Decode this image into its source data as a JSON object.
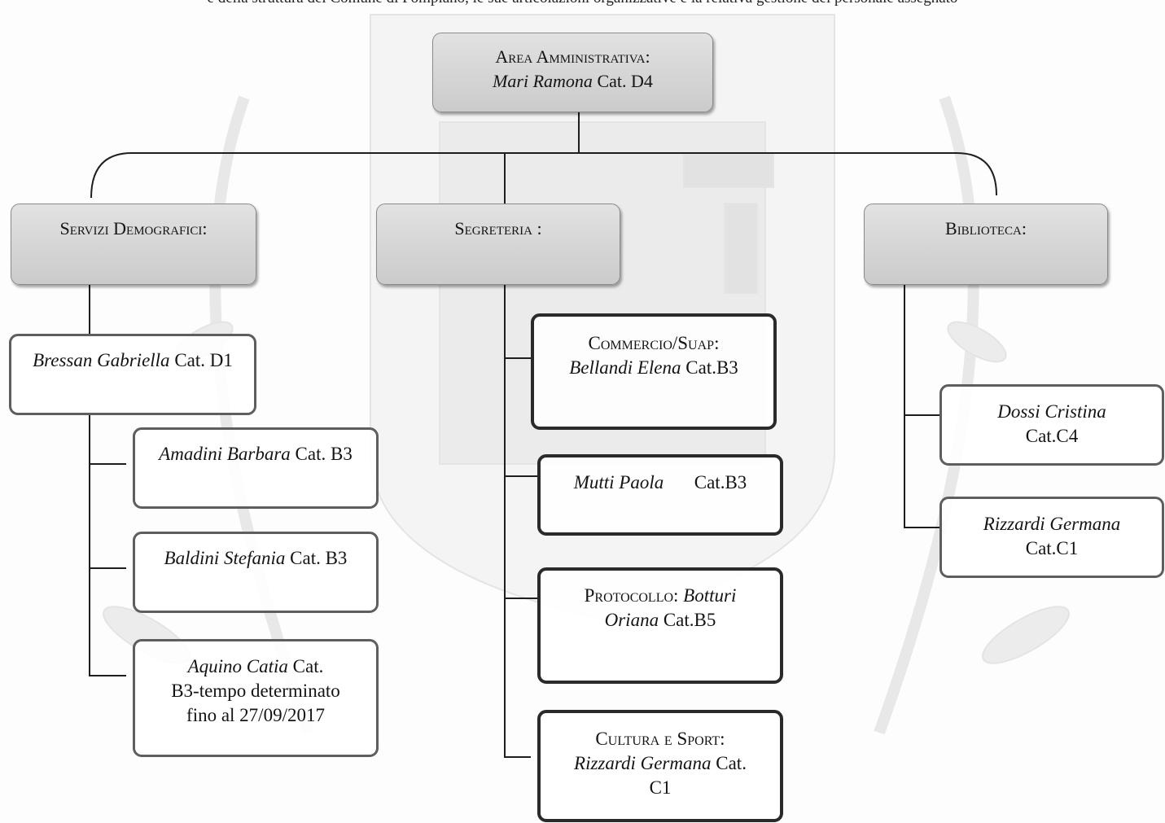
{
  "header_fragment": "e della struttura del Comune di Pompiano, le sue articolazioni organizzative e la relativa gestione del personale assegnato",
  "root": {
    "unit": "Area Amministrativa:",
    "person": "Mari Ramona",
    "cat": "Cat. D4"
  },
  "demografici": {
    "title": "Servizi Demografici:",
    "lead": {
      "person": "Bressan Gabriella",
      "cat": "Cat. D1"
    },
    "staff": [
      {
        "person": "Amadini Barbara",
        "cat": "Cat. B3"
      },
      {
        "person": "Baldini Stefania",
        "cat": "Cat. B3"
      },
      {
        "person": "Aquino Catia",
        "cat": "Cat.",
        "note_line1": "B3-tempo determinato",
        "note_line2": "fino al 27/09/2017"
      }
    ]
  },
  "segreteria": {
    "title": "Segreteria :",
    "units": [
      {
        "unit": "Commercio/Suap:",
        "person": "Bellandi Elena",
        "cat": "Cat.B3"
      },
      {
        "person": "Mutti Paola",
        "cat": "Cat.B3"
      },
      {
        "unit": "Protocollo:",
        "person_a": "Botturi",
        "person_b": "Oriana",
        "cat": "Cat.B5"
      },
      {
        "unit": "Cultura e Sport:",
        "person": "Rizzardi Germana",
        "cat": "Cat.",
        "cat2": "C1"
      }
    ]
  },
  "biblioteca": {
    "title": "Biblioteca:",
    "staff": [
      {
        "person": "Dossi Cristina",
        "cat": "Cat.C4"
      },
      {
        "person": "Rizzardi Germana",
        "cat": "Cat.C1"
      }
    ]
  }
}
